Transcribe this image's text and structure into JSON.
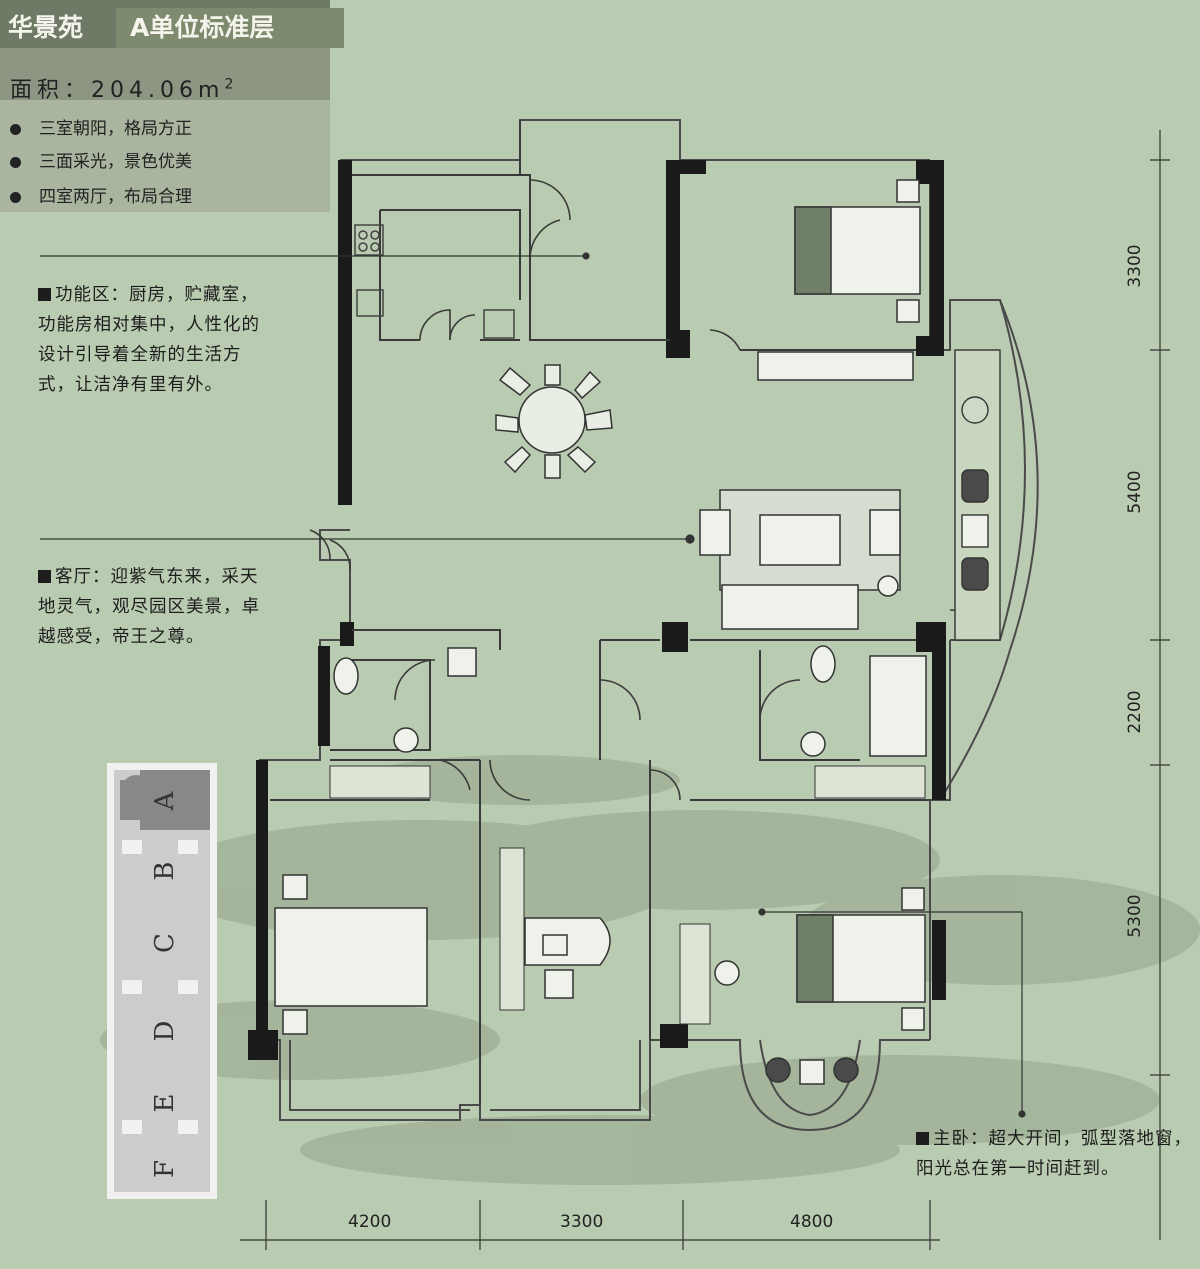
{
  "header": {
    "project_name": "华景苑",
    "unit_title": "A单位标准层",
    "area_label": "面积：",
    "area_value": "204.06m",
    "area_superscript": "2"
  },
  "features": [
    "三室朝阳，格局方正",
    "三面采光，景色优美",
    "四室两厅，布局合理"
  ],
  "notes": {
    "function_zone": {
      "title": "功能区",
      "text": "：厨房，贮藏室，功能房相对集中，人性化的设计引导着全新的生活方式，让洁净有里有外。"
    },
    "living_room": {
      "title": "客厅",
      "text": "：迎紫气东来，采天地灵气，观尽园区美景，卓越感受，帝王之尊。"
    },
    "master_bedroom": {
      "title": "主卧",
      "text": "：超大开间，弧型落地窗，阳光总在第一时间赶到。"
    }
  },
  "dimensions": {
    "bottom": [
      "4200",
      "3300",
      "4800"
    ],
    "right": [
      "3300",
      "5400",
      "2200",
      "5300"
    ]
  },
  "key_plan": {
    "units": [
      "A",
      "B",
      "C",
      "D",
      "E",
      "F"
    ]
  },
  "colors": {
    "background": "#b9cbb0",
    "wall": "#1a1a1a",
    "outline": "#4a4a4a",
    "header_dark": "#6f7a66",
    "header_mid": "#8c9682"
  }
}
